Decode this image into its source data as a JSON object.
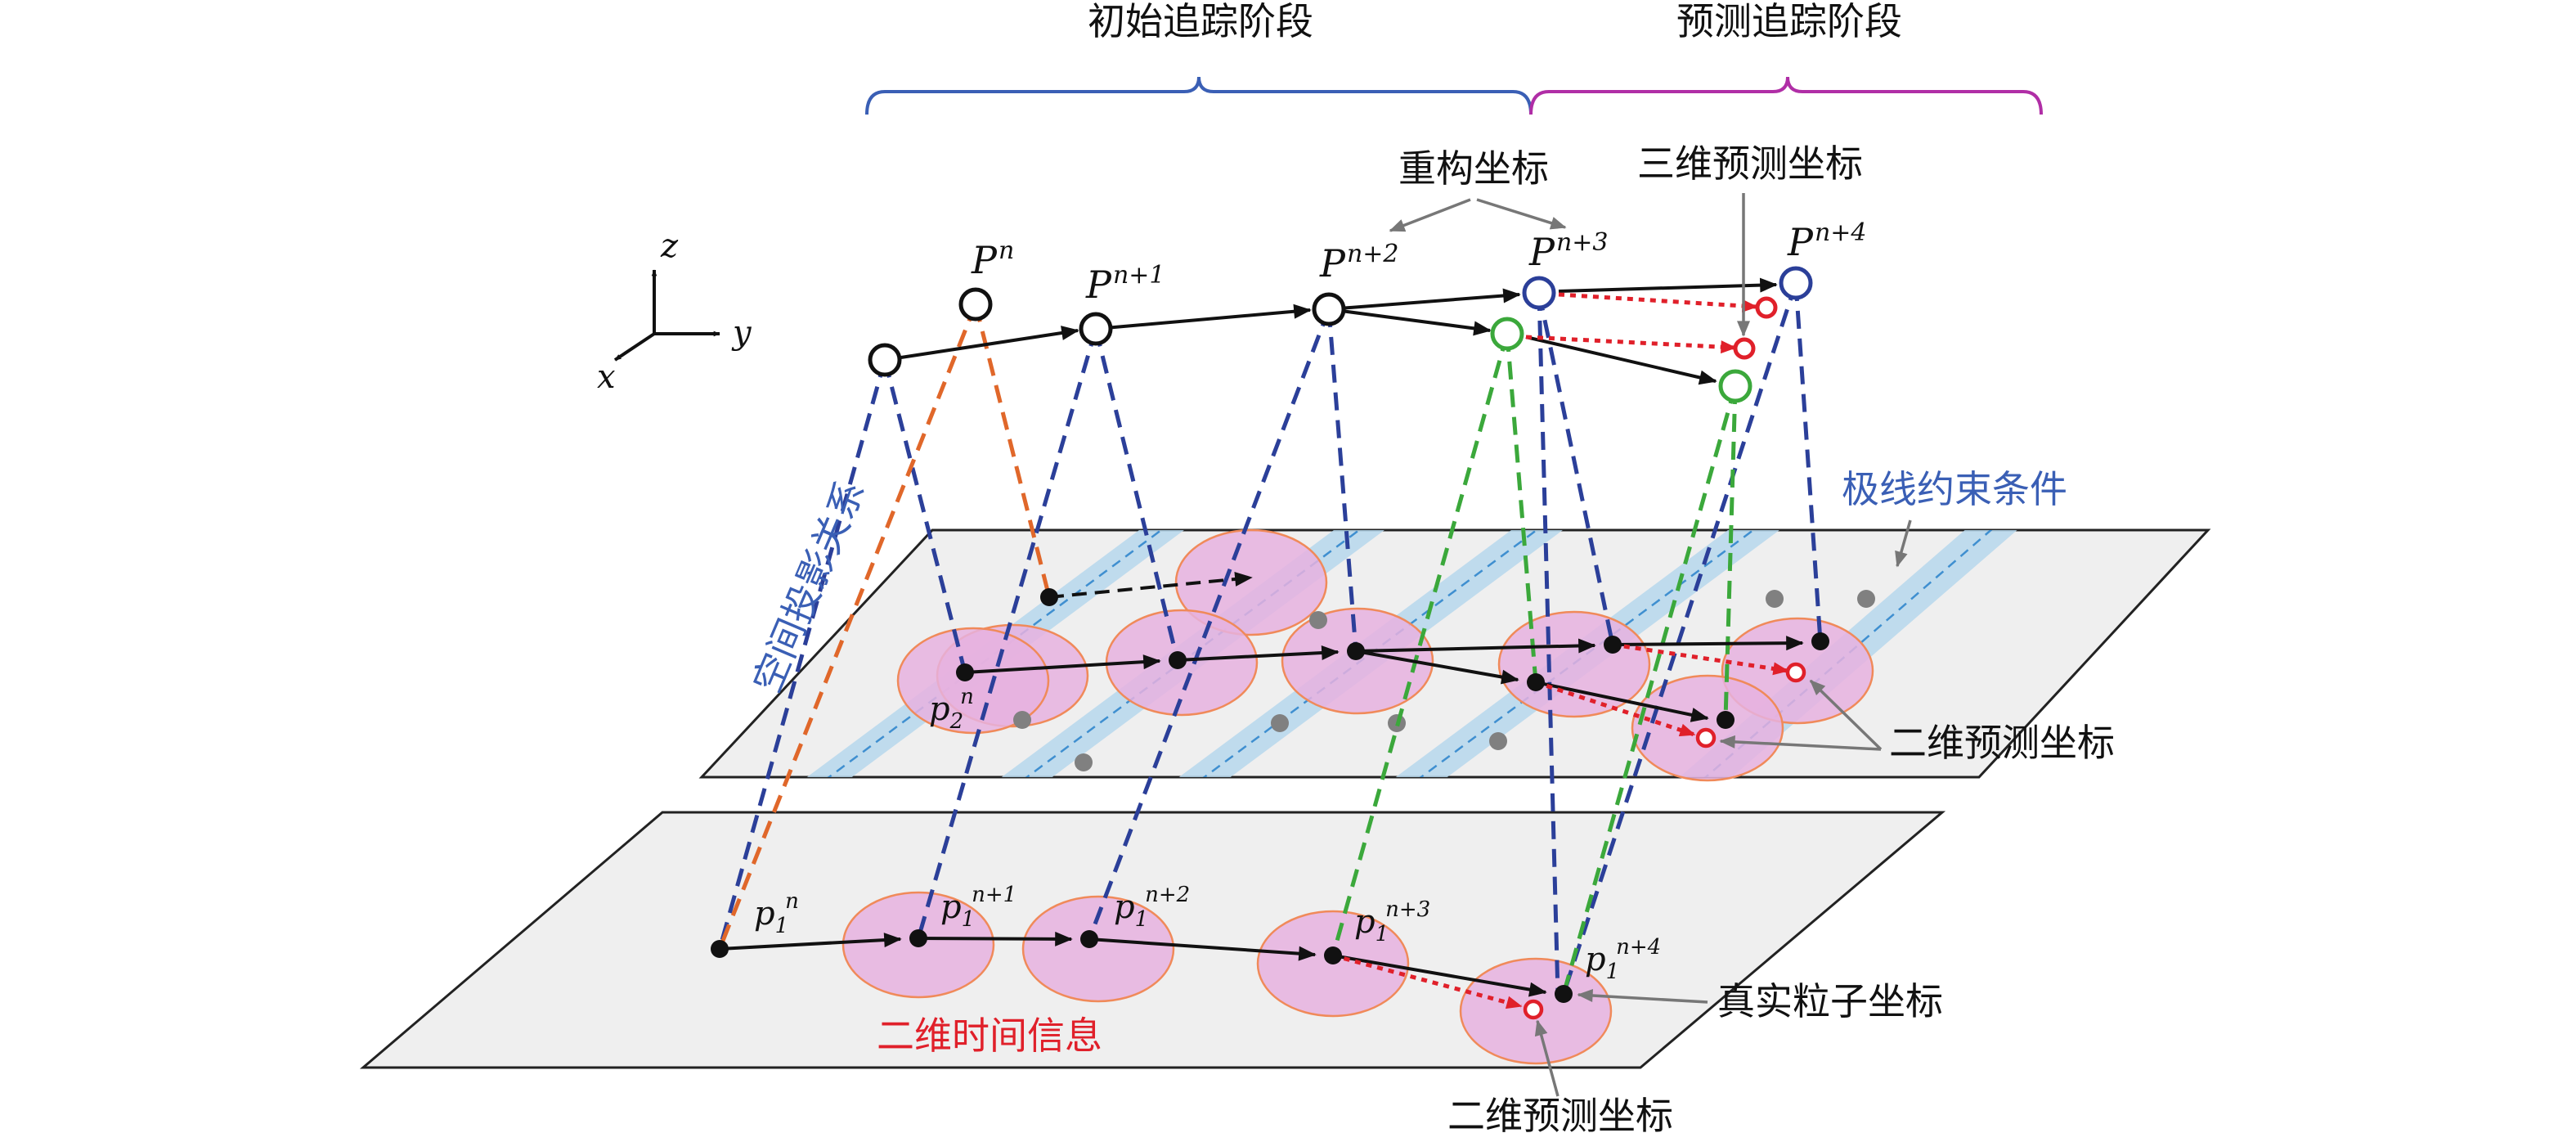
{
  "phases": {
    "initial": "初始追踪阶段",
    "predict": "预测追踪阶段"
  },
  "labels": {
    "reconstructed": "重构坐标",
    "pred3d": "三维预测坐标",
    "epipolar": "极线约束条件",
    "spatial_proj": "空间投影关系",
    "pred2d_upper": "二维预测坐标",
    "pred2d_lower": "二维预测坐标",
    "real_particle": "真实粒子坐标",
    "time_info": "二维时间信息"
  },
  "axes": {
    "x": "x",
    "y": "y",
    "z": "z"
  },
  "points3d": {
    "pn": {
      "base": "P",
      "sup": "n"
    },
    "pn1": {
      "base": "P",
      "sup": "n+1"
    },
    "pn2": {
      "base": "P",
      "sup": "n+2"
    },
    "pn3": {
      "base": "P",
      "sup": "n+3"
    },
    "pn4": {
      "base": "P",
      "sup": "n+4"
    }
  },
  "points2d": {
    "p1n": {
      "base": "p",
      "sub": "1",
      "sup": "n"
    },
    "p1n1": {
      "base": "p",
      "sub": "1",
      "sup": "n+1"
    },
    "p1n2": {
      "base": "p",
      "sub": "1",
      "sup": "n+2"
    },
    "p1n3": {
      "base": "p",
      "sub": "1",
      "sup": "n+3"
    },
    "p1n4": {
      "base": "p",
      "sub": "1",
      "sup": "n+4"
    },
    "p2n": {
      "base": "p",
      "sub": "2",
      "sup": "n"
    }
  },
  "colors": {
    "black": "#111111",
    "blue_dash": "#2b3f99",
    "orange_dash": "#e0672a",
    "green": "#3ba83b",
    "red": "#e0202a",
    "blue_bracket": "#3a5fb5",
    "purple_bracket": "#b02ea6",
    "pink_fill": "#e6b2df",
    "pink_stroke": "#f08a5a",
    "band_fill": "#b6d7ec",
    "plane_fill": "#efefef",
    "gray_dot": "#808080",
    "label_red": "#e0202a",
    "label_blue": "#3a5fb5"
  }
}
